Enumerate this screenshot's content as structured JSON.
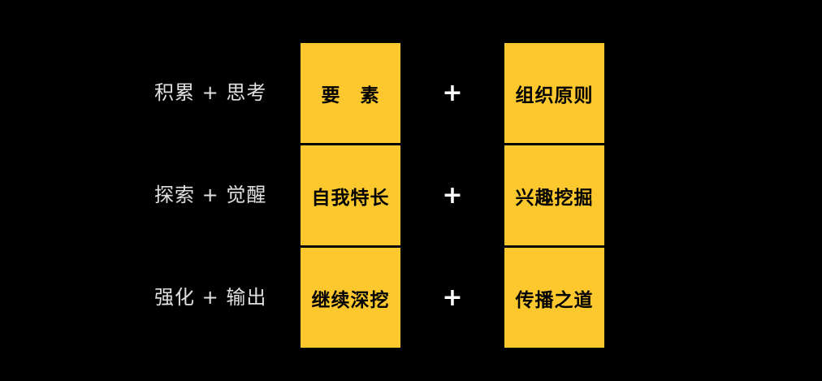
{
  "colors": {
    "background": "#000000",
    "box": "#FDC72E",
    "label_text": "#E0E0E0",
    "plus": "#FFFFFF"
  },
  "rows": [
    {
      "label": "积累 + 思考",
      "element": "要　素",
      "plus": "+",
      "partner": "组织原则"
    },
    {
      "label": "探索 + 觉醒",
      "element": "自我特长",
      "plus": "+",
      "partner": "兴趣挖掘"
    },
    {
      "label": "强化 + 输出",
      "element": "继续深挖",
      "plus": "+",
      "partner": "传播之道"
    }
  ]
}
